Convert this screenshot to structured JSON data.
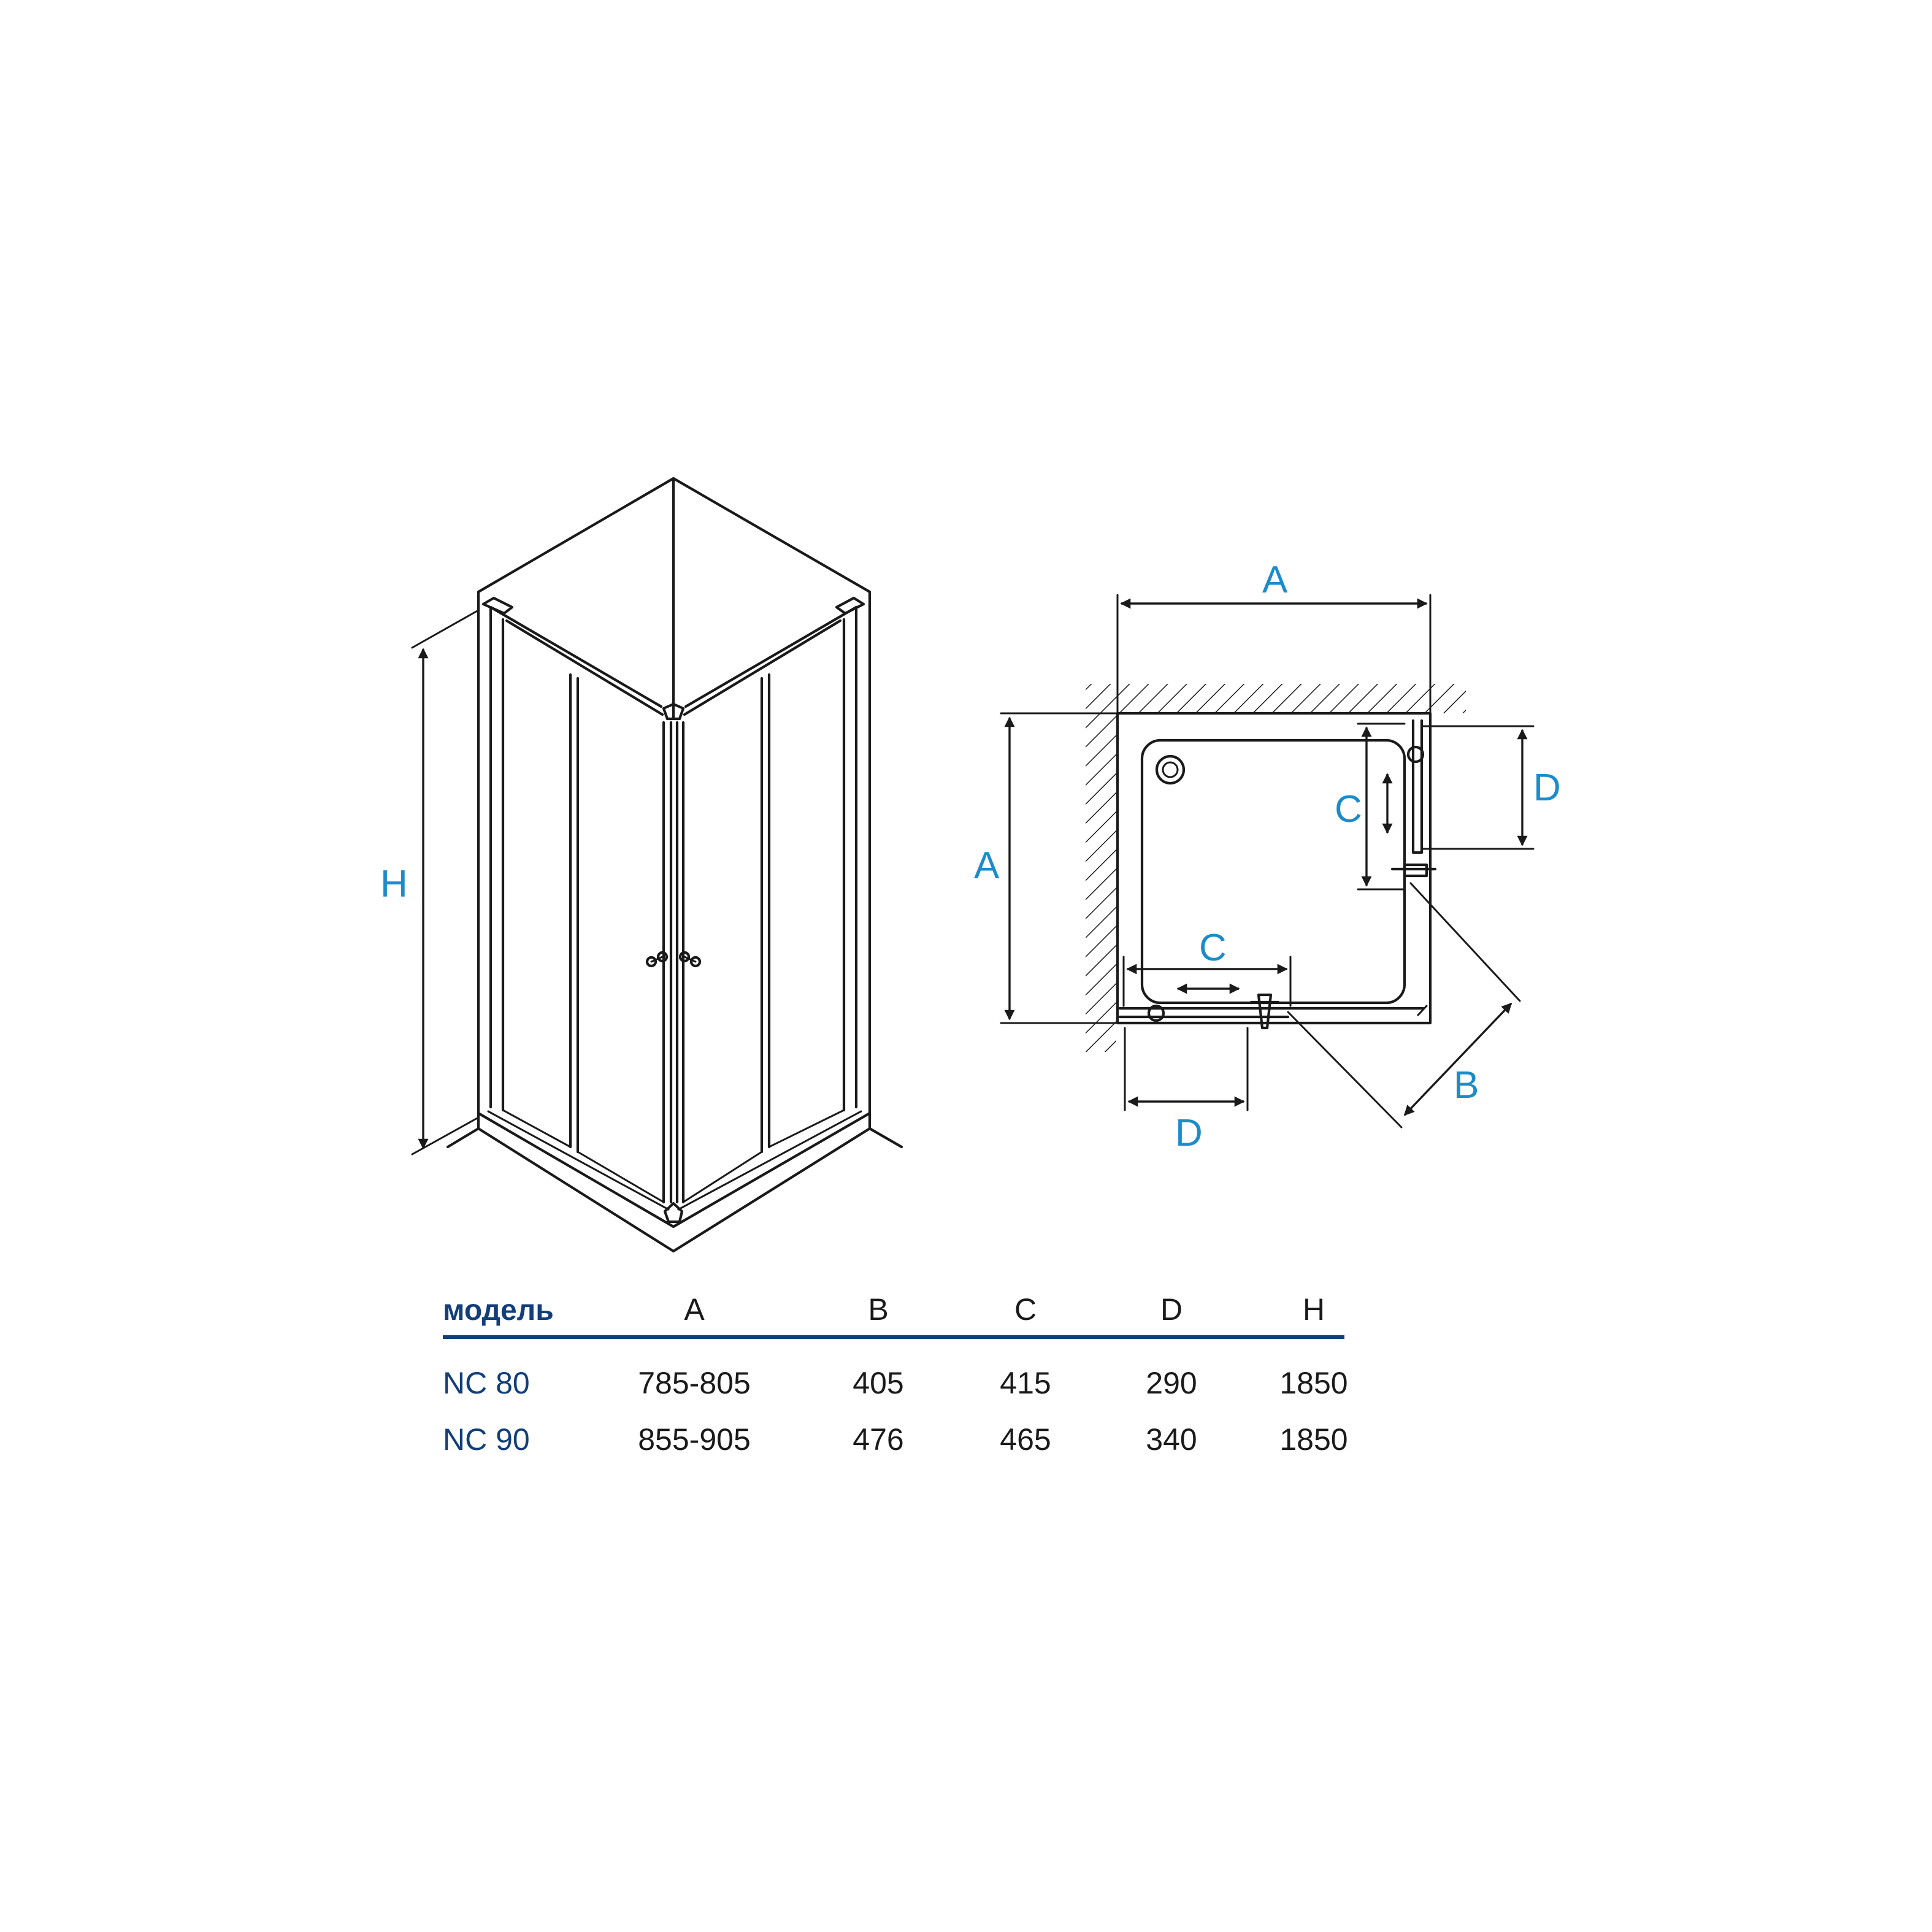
{
  "labels": {
    "iso_height": "H",
    "plan_a_top": "A",
    "plan_a_left": "A",
    "plan_b": "B",
    "plan_c_right": "C",
    "plan_c_bottom": "C",
    "plan_d_right": "D",
    "plan_d_bottom": "D"
  },
  "table": {
    "headers": [
      "модель",
      "A",
      "B",
      "C",
      "D",
      "H"
    ],
    "rows": [
      [
        "NC 80",
        "785-805",
        "405",
        "415",
        "290",
        "1850"
      ],
      [
        "NC 90",
        "855-905",
        "476",
        "465",
        "340",
        "1850"
      ]
    ]
  },
  "colors": {
    "label_blue": "#1b8ccb",
    "table_navy": "#123f7a",
    "line": "#1a1a1a"
  }
}
